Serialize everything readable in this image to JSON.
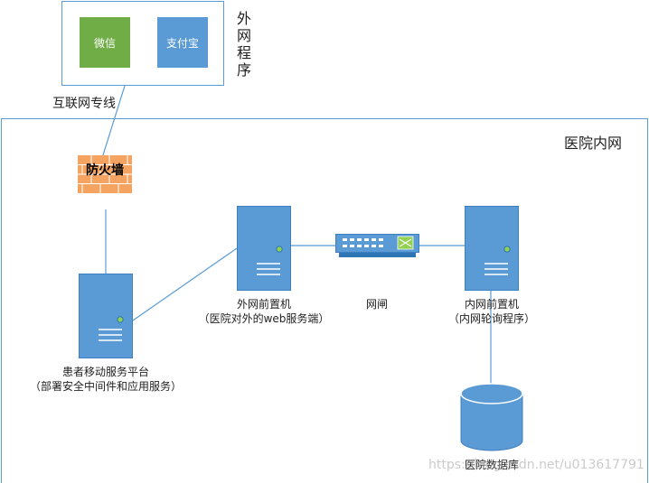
{
  "external": {
    "apps": [
      {
        "label": "微信",
        "color": "#70ad47"
      },
      {
        "label": "支付宝",
        "color": "#5b9bd5"
      }
    ],
    "title_chars": [
      "外",
      "网",
      "程",
      "序"
    ],
    "link_label": "互联网专线"
  },
  "intranet": {
    "title": "医院内网",
    "firewall_label": "防火墙",
    "patient_platform": {
      "line1": "患者移动服务平台",
      "line2": "（部署安全中间件和应用服务）"
    },
    "outer_server": {
      "line1": "外网前置机",
      "line2": "（医院对外的web服务端）"
    },
    "gatekeeper": {
      "label": "网闸"
    },
    "inner_server": {
      "line1": "内网前置机",
      "line2": "（内网轮询程序）"
    },
    "database": {
      "label": "医院数据库"
    }
  },
  "watermark": "https://blog.csdn.net/u013617791",
  "colors": {
    "accent_blue": "#5b9bd5",
    "wechat_green": "#70ad47",
    "firewall_orange": "#f4a460",
    "server_light_green": "#92d050"
  }
}
